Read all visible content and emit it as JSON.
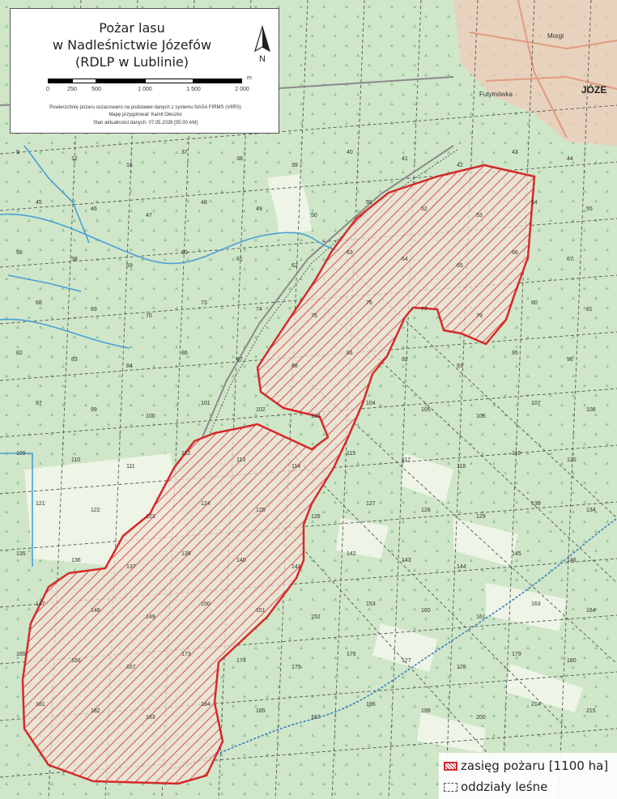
{
  "map": {
    "title_line1": "Pożar lasu",
    "title_line2": "w Nadleśnictwie Józefów",
    "title_line3": "(RDLP w Lublinie)",
    "north_label": "N",
    "scale_unit": "m",
    "scale_ticks": [
      "0",
      "250",
      "500",
      "1 000",
      "1 500",
      "2 000"
    ],
    "note_line1": "Powierzchnię pożaru oszacowano na podstawie danych z systemu NASA FIRMS (VIIRS)",
    "note_line2": "Mapę przygotował: Kamil Oleszko",
    "note_line3": "Stan aktualności danych: 07.05.2026 [05:00 AM]",
    "places": {
      "morgi": "Morgi",
      "futymowka": "Futymówka",
      "jozefow": "JÓZE"
    },
    "legend": {
      "fire_label": "zasięg pożaru [1100 ha]",
      "division_label": "oddziały leśne"
    },
    "division_numbers": [
      "9",
      "12",
      "16",
      "37",
      "38",
      "39",
      "40",
      "41",
      "42",
      "43",
      "44",
      "45",
      "46",
      "47",
      "48",
      "49",
      "50",
      "51",
      "52",
      "53",
      "54",
      "55",
      "56",
      "58",
      "59",
      "60",
      "61",
      "62",
      "63",
      "64",
      "65",
      "66",
      "67",
      "68",
      "69",
      "70",
      "73",
      "74",
      "75",
      "76",
      "77",
      "79",
      "80",
      "81",
      "82",
      "83",
      "84",
      "86",
      "87",
      "88",
      "91",
      "92",
      "93",
      "95",
      "96",
      "97",
      "99",
      "100",
      "101",
      "102",
      "103",
      "104",
      "105",
      "106",
      "107",
      "108",
      "109",
      "110",
      "111",
      "112",
      "113",
      "114",
      "115",
      "117",
      "118",
      "119",
      "120",
      "121",
      "122",
      "123",
      "124",
      "125",
      "126",
      "127",
      "128",
      "129",
      "130",
      "134",
      "135",
      "136",
      "137",
      "139",
      "140",
      "141",
      "142",
      "143",
      "144",
      "145",
      "146",
      "147",
      "148",
      "149",
      "150",
      "151",
      "152",
      "153",
      "160",
      "161",
      "163",
      "164",
      "165",
      "166",
      "167",
      "173",
      "174",
      "175",
      "176",
      "177",
      "178",
      "179",
      "180",
      "181",
      "182",
      "183",
      "184",
      "185",
      "187",
      "196",
      "199",
      "200",
      "214",
      "215"
    ],
    "colors": {
      "forest": "#cfe6c9",
      "fire_outline": "#d42a2a",
      "road": "#8a8a8a",
      "water": "#4a9fd6",
      "town": "#f1c9b8"
    }
  }
}
